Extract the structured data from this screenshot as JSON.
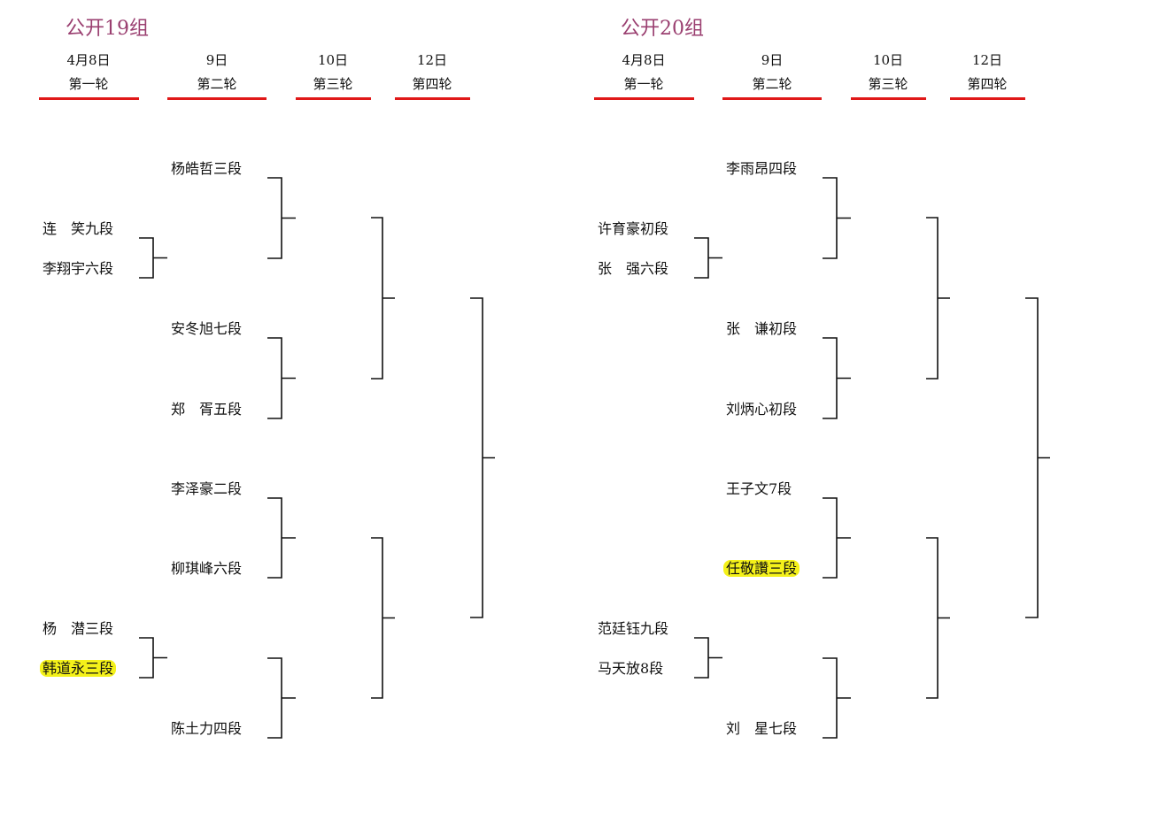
{
  "groups": [
    {
      "title": "公开19组",
      "rounds": [
        {
          "date": "4月8日",
          "label": "第一轮"
        },
        {
          "date": "9日",
          "label": "第二轮"
        },
        {
          "date": "10日",
          "label": "第三轮"
        },
        {
          "date": "12日",
          "label": "第四轮"
        }
      ],
      "round1": [
        {
          "name": "连　笑九段",
          "highlight": false
        },
        {
          "name": "李翔宇六段",
          "highlight": false
        },
        {
          "name": "杨　潜三段",
          "highlight": false
        },
        {
          "name": "韩道永三段",
          "highlight": true
        }
      ],
      "round2": [
        {
          "name": "杨皓哲三段",
          "highlight": false
        },
        {
          "name": "安冬旭七段",
          "highlight": false
        },
        {
          "name": "郑　胥五段",
          "highlight": false
        },
        {
          "name": "李泽豪二段",
          "highlight": false
        },
        {
          "name": "柳琪峰六段",
          "highlight": false
        },
        {
          "name": "陈土力四段",
          "highlight": false
        }
      ]
    },
    {
      "title": "公开20组",
      "rounds": [
        {
          "date": "4月8日",
          "label": "第一轮"
        },
        {
          "date": "9日",
          "label": "第二轮"
        },
        {
          "date": "10日",
          "label": "第三轮"
        },
        {
          "date": "12日",
          "label": "第四轮"
        }
      ],
      "round1": [
        {
          "name": "许育豪初段",
          "highlight": false
        },
        {
          "name": "张　强六段",
          "highlight": false
        },
        {
          "name": "范廷钰九段",
          "highlight": false
        },
        {
          "name": "马天放8段",
          "highlight": false
        }
      ],
      "round2": [
        {
          "name": "李雨昂四段",
          "highlight": false
        },
        {
          "name": "张　谦初段",
          "highlight": false
        },
        {
          "name": "刘炳心初段",
          "highlight": false
        },
        {
          "name": "王子文7段",
          "highlight": false
        },
        {
          "name": "任敬讚三段",
          "highlight": true
        },
        {
          "name": "刘　星七段",
          "highlight": false
        }
      ]
    }
  ],
  "colors": {
    "title": "#9a3f70",
    "underline": "#e01818",
    "highlight": "#f4f11a"
  }
}
